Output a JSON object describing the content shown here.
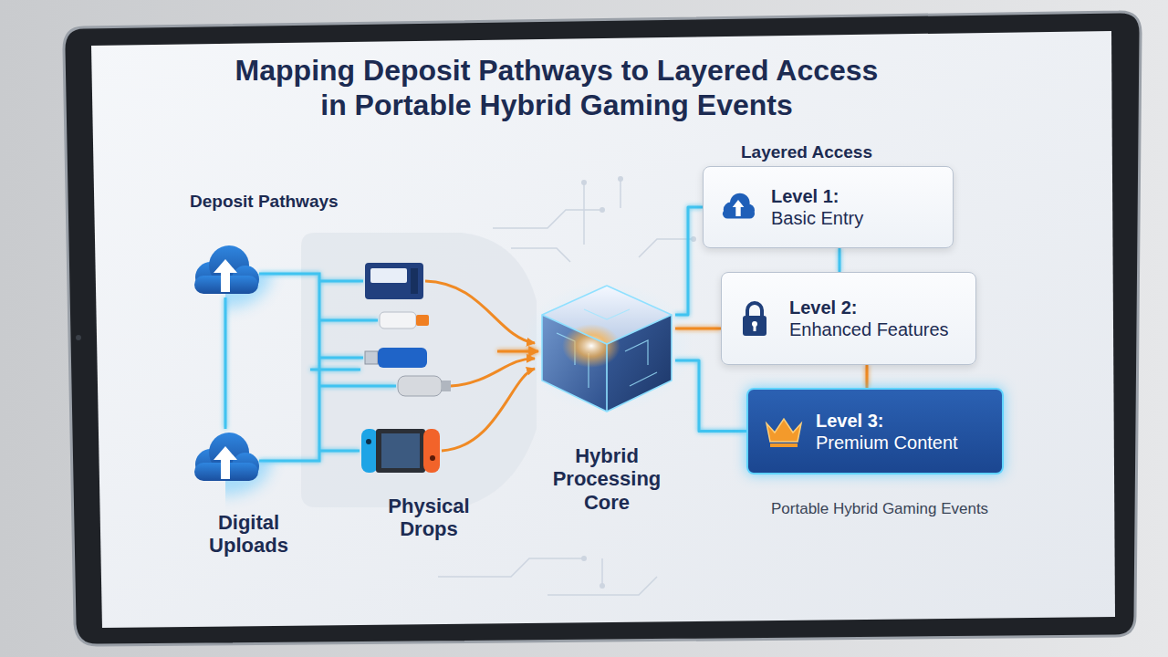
{
  "diagram": {
    "title": "Mapping Deposit Pathways to Layered Access in Portable Hybrid Gaming Events",
    "nodes": [
      {
        "text": [
          "Digital Uploads"
        ]
      },
      {
        "text": [
          "Physical Drops"
        ]
      },
      {
        "text": [
          "Hybrid Processing Core"
        ]
      },
      {
        "text": [
          "Level 1:",
          "Basic Entry"
        ]
      },
      {
        "text": [
          "Level 2:",
          "Enhanced Features"
        ]
      },
      {
        "text": [
          "Level 3:",
          "Premium Content"
        ]
      }
    ],
    "edges": [
      {
        "from": 0,
        "to": 1,
        "arrow": "none"
      },
      {
        "from": 1,
        "to": 2,
        "arrow": "to"
      },
      {
        "from": 2,
        "to": 3,
        "arrow": "none"
      },
      {
        "from": 2,
        "to": 4,
        "arrow": "none"
      },
      {
        "from": 2,
        "to": 5,
        "arrow": "none"
      },
      {
        "from": 3,
        "to": 4,
        "arrow": "none"
      },
      {
        "from": 4,
        "to": 5,
        "arrow": "none"
      }
    ],
    "labels": [
      "Deposit Pathways",
      "Layered Access",
      "Portable Hybrid Gaming Events"
    ]
  }
}
